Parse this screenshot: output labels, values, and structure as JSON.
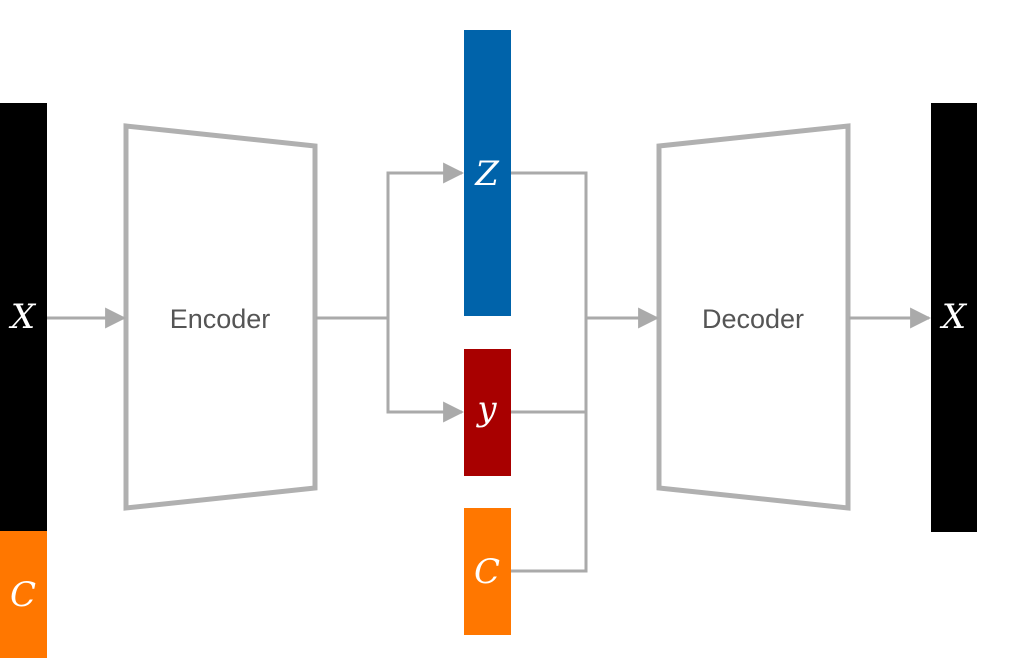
{
  "blocks": {
    "encoder_label": "Encoder",
    "decoder_label": "Decoder"
  },
  "variables": {
    "input_x": "X",
    "input_c": "C",
    "latent_z": "Z",
    "label_y": "y",
    "condition_c": "C",
    "output_x": "X"
  },
  "colors": {
    "black_bar": "#000000",
    "condition_orange": "#ff7700",
    "latent_blue": "#0063aa",
    "label_red": "#a80000",
    "connector_gray": "#aaaaaa",
    "block_outline": "#b0b0b0",
    "block_text": "#555555",
    "bar_text": "#ffffff"
  }
}
